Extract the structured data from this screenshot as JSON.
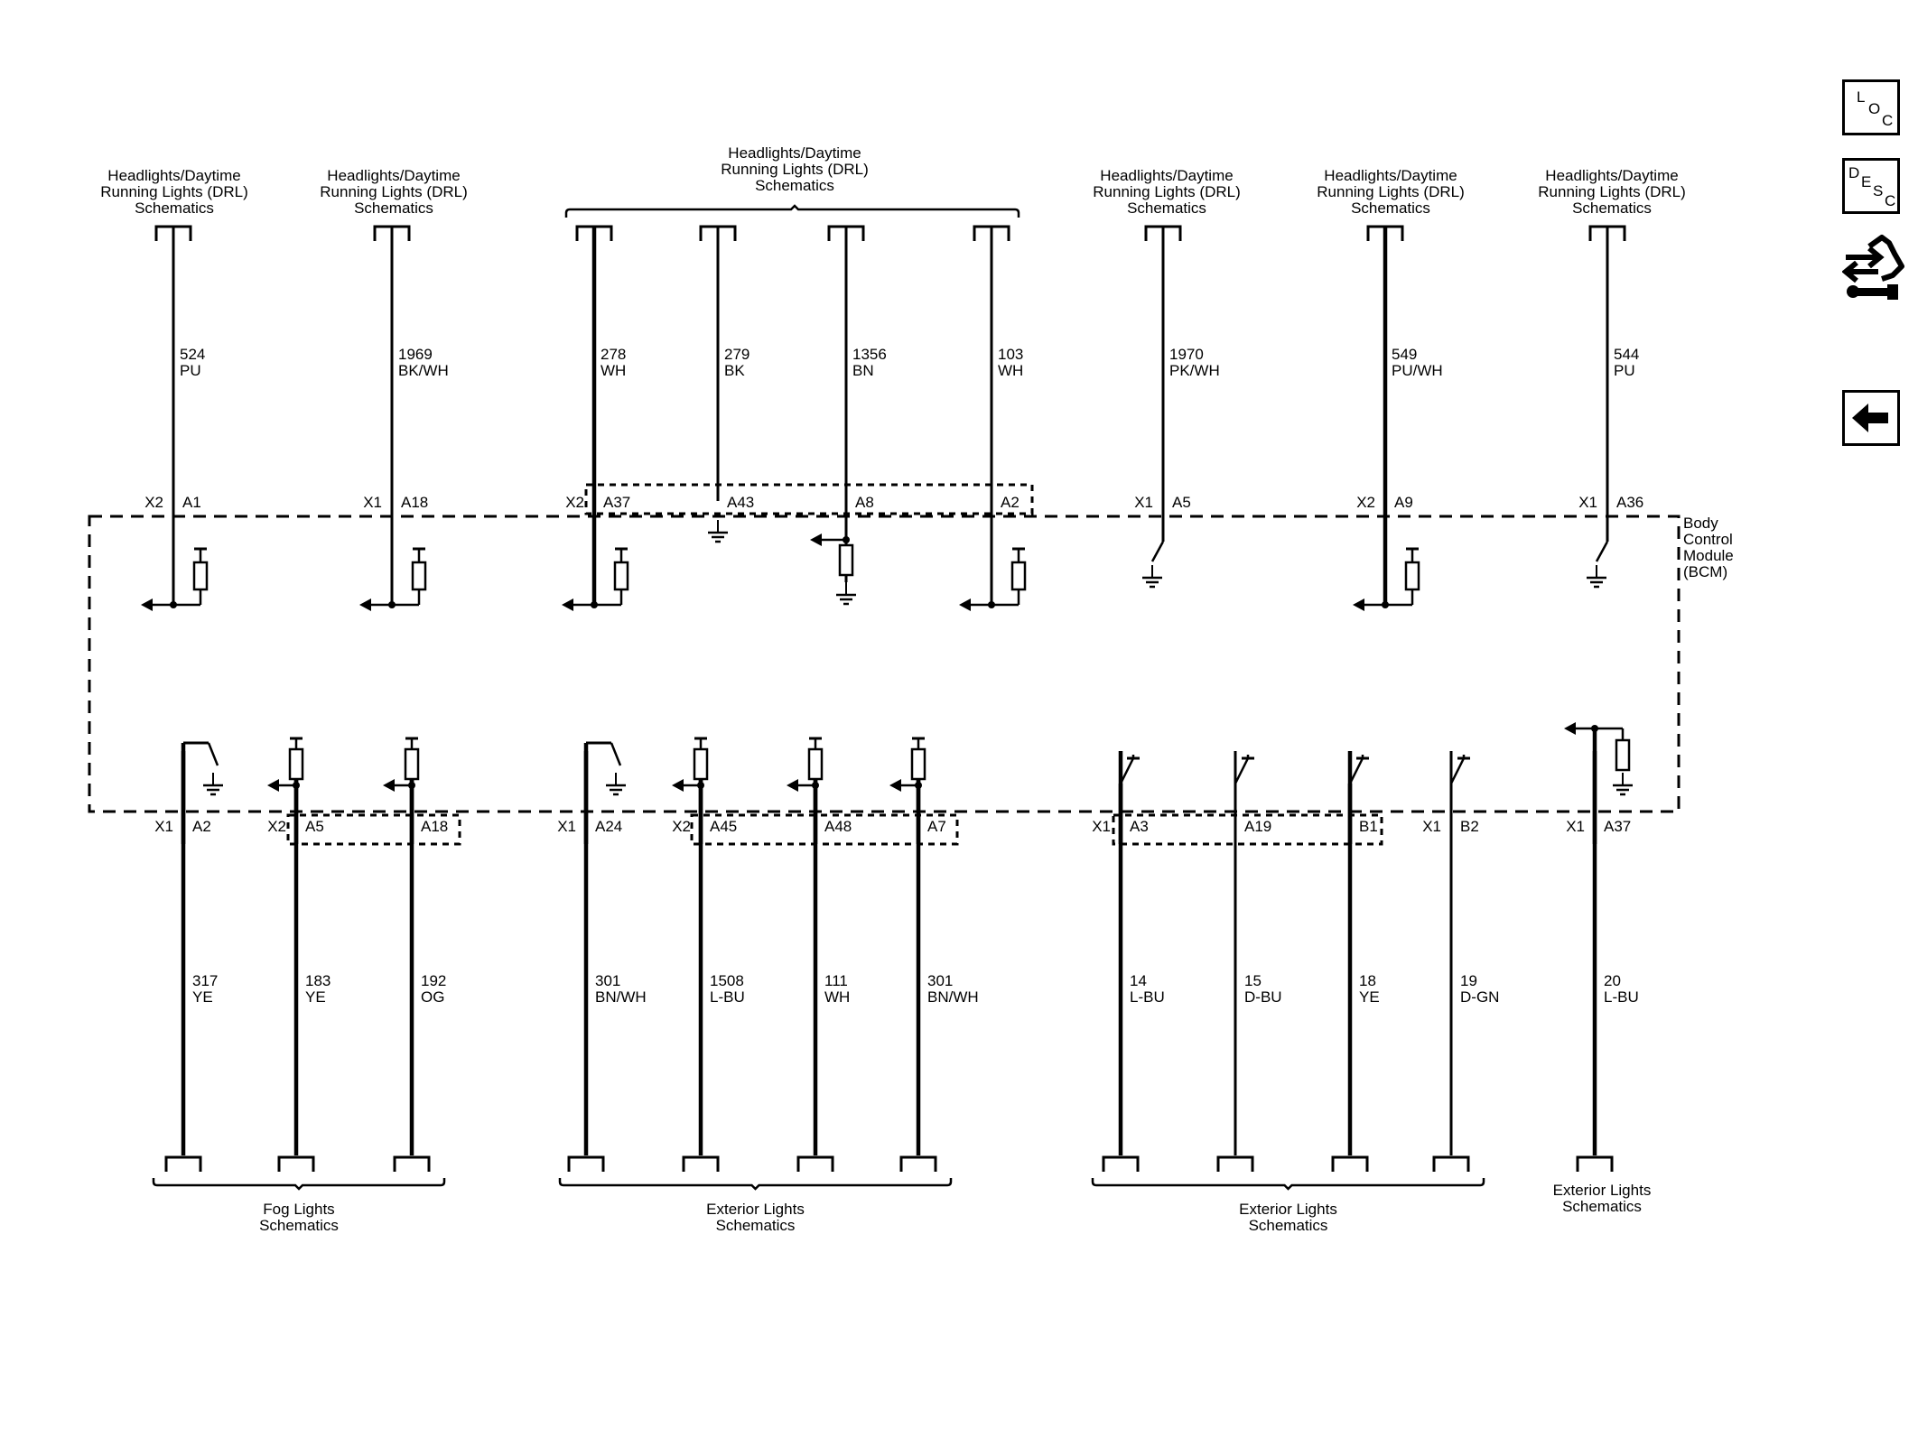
{
  "diagram": {
    "module_label": [
      "Body",
      "Control",
      "Module",
      "(BCM)"
    ],
    "top_refs": [
      [
        "Headlights/Daytime",
        "Running Lights (DRL)",
        "Schematics"
      ],
      [
        "Headlights/Daytime",
        "Running Lights (DRL)",
        "Schematics"
      ],
      [
        "Headlights/Daytime",
        "Running Lights (DRL)",
        "Schematics"
      ],
      [
        "Headlights/Daytime",
        "Running Lights (DRL)",
        "Schematics"
      ],
      [
        "Headlights/Daytime",
        "Running Lights (DRL)",
        "Schematics"
      ],
      [
        "Headlights/Daytime",
        "Running Lights (DRL)",
        "Schematics"
      ]
    ],
    "top_wires": [
      {
        "circuit": "524",
        "color": "PU",
        "connector": "X2",
        "pin": "A1"
      },
      {
        "circuit": "1969",
        "color": "BK/WH",
        "connector": "X1",
        "pin": "A18"
      },
      {
        "circuit": "278",
        "color": "WH",
        "connector": "X2",
        "pin": "A37"
      },
      {
        "circuit": "279",
        "color": "BK",
        "connector": "",
        "pin": "A43"
      },
      {
        "circuit": "1356",
        "color": "BN",
        "connector": "",
        "pin": "A8"
      },
      {
        "circuit": "103",
        "color": "WH",
        "connector": "",
        "pin": "A2"
      },
      {
        "circuit": "1970",
        "color": "PK/WH",
        "connector": "X1",
        "pin": "A5"
      },
      {
        "circuit": "549",
        "color": "PU/WH",
        "connector": "X2",
        "pin": "A9"
      },
      {
        "circuit": "544",
        "color": "PU",
        "connector": "X1",
        "pin": "A36"
      }
    ],
    "bottom_wires": [
      {
        "circuit": "317",
        "color": "YE",
        "connector": "X1",
        "pin": "A2"
      },
      {
        "circuit": "183",
        "color": "YE",
        "connector": "X2",
        "pin": "A5"
      },
      {
        "circuit": "192",
        "color": "OG",
        "connector": "",
        "pin": "A18"
      },
      {
        "circuit": "301",
        "color": "BN/WH",
        "connector": "X1",
        "pin": "A24"
      },
      {
        "circuit": "1508",
        "color": "L-BU",
        "connector": "X2",
        "pin": "A45"
      },
      {
        "circuit": "111",
        "color": "WH",
        "connector": "",
        "pin": "A48"
      },
      {
        "circuit": "301",
        "color": "BN/WH",
        "connector": "",
        "pin": "A7"
      },
      {
        "circuit": "14",
        "color": "L-BU",
        "connector": "X1",
        "pin": "A3"
      },
      {
        "circuit": "15",
        "color": "D-BU",
        "connector": "",
        "pin": "A19"
      },
      {
        "circuit": "18",
        "color": "YE",
        "connector": "",
        "pin": "B1"
      },
      {
        "circuit": "19",
        "color": "D-GN",
        "connector": "X1",
        "pin": "B2"
      },
      {
        "circuit": "20",
        "color": "L-BU",
        "connector": "X1",
        "pin": "A37"
      }
    ],
    "bottom_refs": [
      [
        "Fog Lights",
        "Schematics"
      ],
      [
        "Exterior Lights",
        "Schematics"
      ],
      [
        "Exterior Lights",
        "Schematics"
      ],
      [
        "Exterior Lights",
        "Schematics"
      ]
    ]
  },
  "sidebar": {
    "loc": {
      "l": "L",
      "o": "O",
      "c": "C"
    },
    "desc": {
      "d": "D",
      "e": "E",
      "s": "S",
      "c": "C"
    },
    "tool_icon": "connector-wrench-icon",
    "back_icon": "back-arrow-icon"
  }
}
